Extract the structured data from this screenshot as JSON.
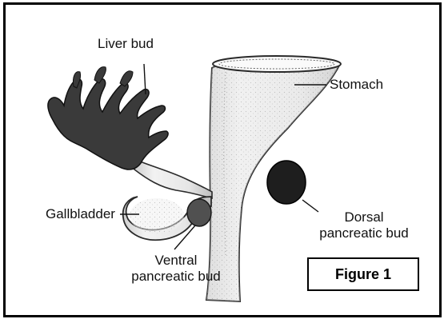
{
  "labels": {
    "liver_bud": "Liver bud",
    "stomach": "Stomach",
    "gallbladder": "Gallbladder",
    "dorsal_line1": "Dorsal",
    "dorsal_line2": "pancreatic bud",
    "ventral_line1": "Ventral",
    "ventral_line2": "pancreatic bud"
  },
  "figure_caption": "Figure 1",
  "colors": {
    "frame": "#000000",
    "liver": "#3a3a3a",
    "dorsal_bud": "#1e1e1e",
    "ventral_bud": "#505050",
    "gut_fill": "#ececec",
    "gut_stroke": "#2a2a2a"
  }
}
